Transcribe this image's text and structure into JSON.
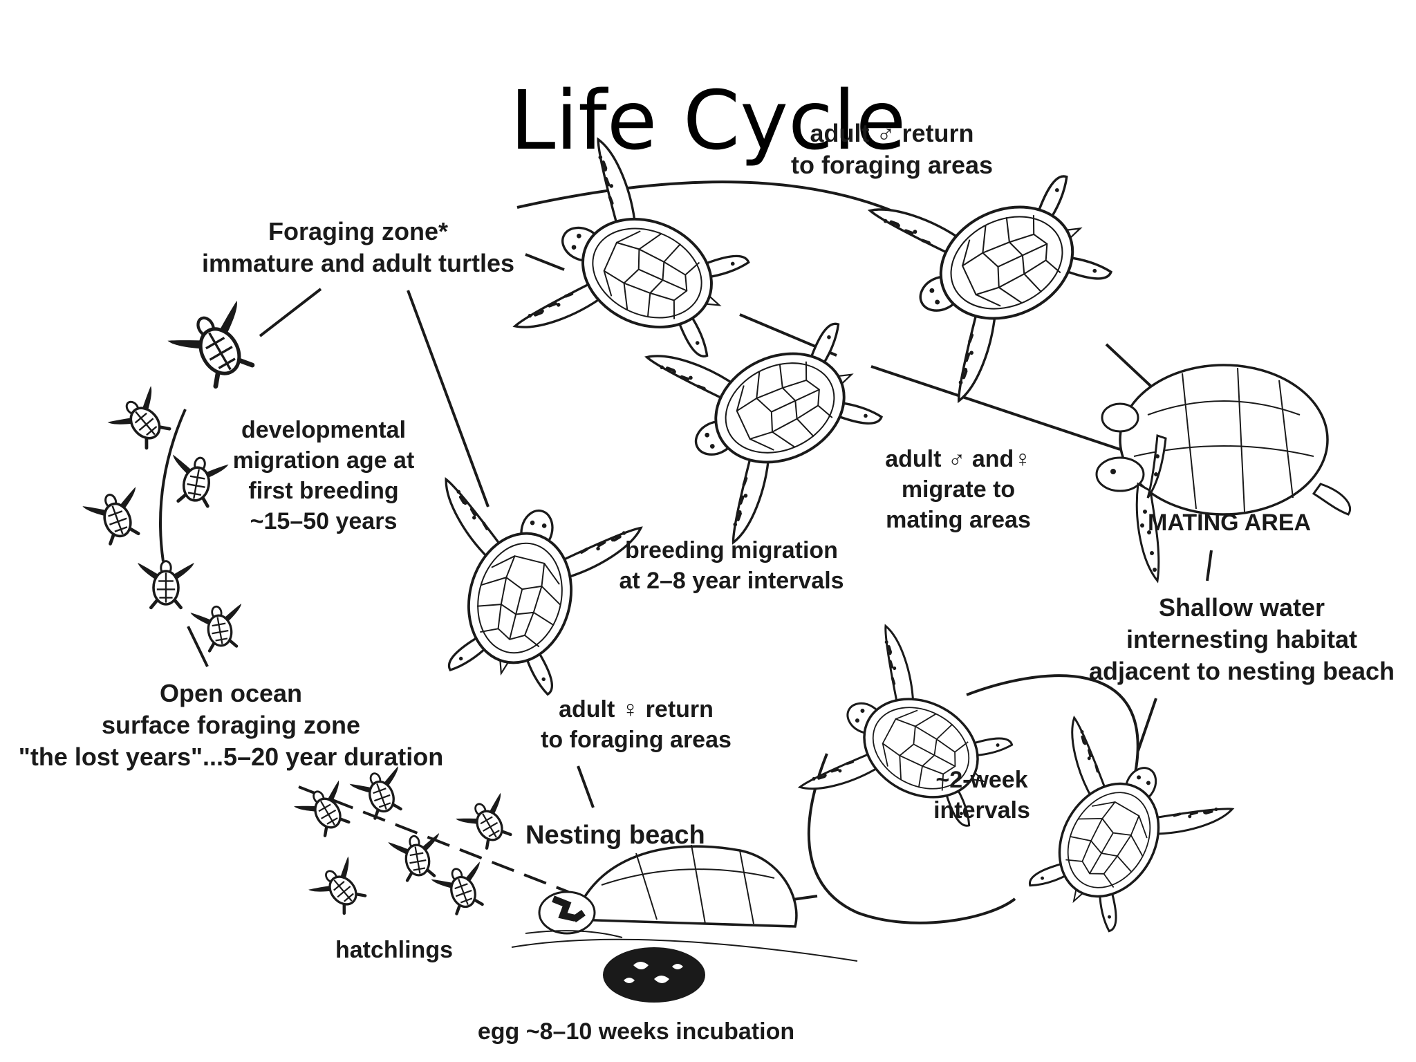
{
  "title": "Life Cycle",
  "labels": {
    "foraging_zone_title": "Foraging zone*",
    "foraging_zone_sub": "immature and adult turtles",
    "adult_male_return_1": "adult ♂ return",
    "adult_male_return_2": "to foraging areas",
    "developmental_1": "developmental",
    "developmental_2": "migration age at",
    "developmental_3": "first breeding",
    "developmental_4": "~15–50 years",
    "adult_mf_1": "adult ♂ and♀",
    "adult_mf_2": "migrate to",
    "adult_mf_3": "mating areas",
    "mating_area": "MATING AREA",
    "breeding_1": "breeding migration",
    "breeding_2": "at 2–8 year intervals",
    "shallow_1": "Shallow water",
    "shallow_2": "internesting habitat",
    "shallow_3": "adjacent to nesting beach",
    "open_ocean_1": "Open ocean",
    "open_ocean_2": "surface foraging zone",
    "open_ocean_3": "\"the lost years\"...5–20 year duration",
    "adult_female_return_1": "adult ♀ return",
    "adult_female_return_2": "to foraging areas",
    "two_week_1": "~2-week",
    "two_week_2": "intervals",
    "nesting_beach": "Nesting beach",
    "hatchlings": "hatchlings",
    "egg": "egg ~8–10 weeks incubation"
  },
  "icons": [
    "large-turtle-icon",
    "hatchling-icon",
    "mating-turtles-icon",
    "nesting-turtle-icon",
    "egg-clutch-icon"
  ],
  "colors": {
    "ink": "#1a1a1a",
    "background": "#ffffff"
  }
}
